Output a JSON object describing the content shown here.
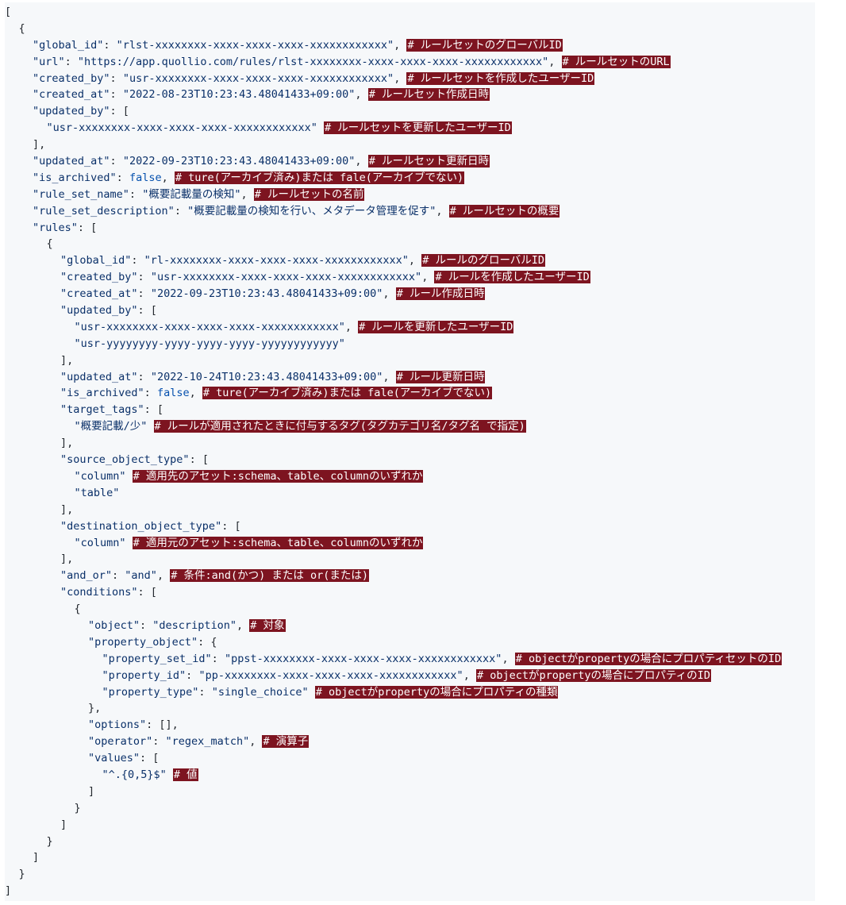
{
  "lines": [
    {
      "indent": 0,
      "segments": [
        {
          "t": "p",
          "v": "["
        }
      ]
    },
    {
      "indent": 1,
      "segments": [
        {
          "t": "p",
          "v": "{"
        }
      ]
    },
    {
      "indent": 2,
      "segments": [
        {
          "t": "s",
          "v": "\"global_id\""
        },
        {
          "t": "p",
          "v": ": "
        },
        {
          "t": "s",
          "v": "\"rlst-xxxxxxxx-xxxx-xxxx-xxxx-xxxxxxxxxxxx\""
        },
        {
          "t": "p",
          "v": ", "
        },
        {
          "t": "c",
          "v": "# ルールセットのグローバルID"
        }
      ]
    },
    {
      "indent": 2,
      "segments": [
        {
          "t": "s",
          "v": "\"url\""
        },
        {
          "t": "p",
          "v": ": "
        },
        {
          "t": "s",
          "v": "\"https://app.quollio.com/rules/rlst-xxxxxxxx-xxxx-xxxx-xxxx-xxxxxxxxxxxx\""
        },
        {
          "t": "p",
          "v": ", "
        },
        {
          "t": "c",
          "v": "# ルールセットのURL"
        }
      ]
    },
    {
      "indent": 2,
      "segments": [
        {
          "t": "s",
          "v": "\"created_by\""
        },
        {
          "t": "p",
          "v": ": "
        },
        {
          "t": "s",
          "v": "\"usr-xxxxxxxx-xxxx-xxxx-xxxx-xxxxxxxxxxxx\""
        },
        {
          "t": "p",
          "v": ", "
        },
        {
          "t": "c",
          "v": "# ルールセットを作成したユーザーID"
        }
      ]
    },
    {
      "indent": 2,
      "segments": [
        {
          "t": "s",
          "v": "\"created_at\""
        },
        {
          "t": "p",
          "v": ": "
        },
        {
          "t": "s",
          "v": "\"2022-08-23T10:23:43.48041433+09:00\""
        },
        {
          "t": "p",
          "v": ", "
        },
        {
          "t": "c",
          "v": "# ルールセット作成日時"
        }
      ]
    },
    {
      "indent": 2,
      "segments": [
        {
          "t": "s",
          "v": "\"updated_by\""
        },
        {
          "t": "p",
          "v": ": ["
        }
      ]
    },
    {
      "indent": 3,
      "segments": [
        {
          "t": "s",
          "v": "\"usr-xxxxxxxx-xxxx-xxxx-xxxx-xxxxxxxxxxxx\""
        },
        {
          "t": "p",
          "v": " "
        },
        {
          "t": "c",
          "v": "# ルールセットを更新したユーザーID"
        }
      ]
    },
    {
      "indent": 2,
      "segments": [
        {
          "t": "p",
          "v": "],"
        }
      ]
    },
    {
      "indent": 2,
      "segments": [
        {
          "t": "s",
          "v": "\"updated_at\""
        },
        {
          "t": "p",
          "v": ": "
        },
        {
          "t": "s",
          "v": "\"2022-09-23T10:23:43.48041433+09:00\""
        },
        {
          "t": "p",
          "v": ", "
        },
        {
          "t": "c",
          "v": "# ルールセット更新日時"
        }
      ]
    },
    {
      "indent": 2,
      "segments": [
        {
          "t": "s",
          "v": "\"is_archived\""
        },
        {
          "t": "p",
          "v": ": "
        },
        {
          "t": "k",
          "v": "false"
        },
        {
          "t": "p",
          "v": ", "
        },
        {
          "t": "c",
          "v": "# ture(アーカイブ済み)または fale(アーカイブでない)"
        }
      ]
    },
    {
      "indent": 2,
      "segments": [
        {
          "t": "s",
          "v": "\"rule_set_name\""
        },
        {
          "t": "p",
          "v": ": "
        },
        {
          "t": "s",
          "v": "\"概要記載量の検知\""
        },
        {
          "t": "p",
          "v": ", "
        },
        {
          "t": "c",
          "v": "# ルールセットの名前"
        }
      ]
    },
    {
      "indent": 2,
      "segments": [
        {
          "t": "s",
          "v": "\"rule_set_description\""
        },
        {
          "t": "p",
          "v": ": "
        },
        {
          "t": "s",
          "v": "\"概要記載量の検知を行い、メタデータ管理を促す\""
        },
        {
          "t": "p",
          "v": ", "
        },
        {
          "t": "c",
          "v": "# ルールセットの概要"
        }
      ]
    },
    {
      "indent": 2,
      "segments": [
        {
          "t": "s",
          "v": "\"rules\""
        },
        {
          "t": "p",
          "v": ": ["
        }
      ]
    },
    {
      "indent": 3,
      "segments": [
        {
          "t": "p",
          "v": "{"
        }
      ]
    },
    {
      "indent": 4,
      "segments": [
        {
          "t": "s",
          "v": "\"global_id\""
        },
        {
          "t": "p",
          "v": ": "
        },
        {
          "t": "s",
          "v": "\"rl-xxxxxxxx-xxxx-xxxx-xxxx-xxxxxxxxxxxx\""
        },
        {
          "t": "p",
          "v": ", "
        },
        {
          "t": "c",
          "v": "# ルールのグローバルID"
        }
      ]
    },
    {
      "indent": 4,
      "segments": [
        {
          "t": "s",
          "v": "\"created_by\""
        },
        {
          "t": "p",
          "v": ": "
        },
        {
          "t": "s",
          "v": "\"usr-xxxxxxxx-xxxx-xxxx-xxxx-xxxxxxxxxxxx\""
        },
        {
          "t": "p",
          "v": ", "
        },
        {
          "t": "c",
          "v": "# ルールを作成したユーザーID"
        }
      ]
    },
    {
      "indent": 4,
      "segments": [
        {
          "t": "s",
          "v": "\"created_at\""
        },
        {
          "t": "p",
          "v": ": "
        },
        {
          "t": "s",
          "v": "\"2022-09-23T10:23:43.48041433+09:00\""
        },
        {
          "t": "p",
          "v": ", "
        },
        {
          "t": "c",
          "v": "# ルール作成日時"
        }
      ]
    },
    {
      "indent": 4,
      "segments": [
        {
          "t": "s",
          "v": "\"updated_by\""
        },
        {
          "t": "p",
          "v": ": ["
        }
      ]
    },
    {
      "indent": 5,
      "segments": [
        {
          "t": "s",
          "v": "\"usr-xxxxxxxx-xxxx-xxxx-xxxx-xxxxxxxxxxxx\""
        },
        {
          "t": "p",
          "v": ", "
        },
        {
          "t": "c",
          "v": "# ルールを更新したユーザーID"
        }
      ]
    },
    {
      "indent": 5,
      "segments": [
        {
          "t": "s",
          "v": "\"usr-yyyyyyyy-yyyy-yyyy-yyyy-yyyyyyyyyyyy\""
        }
      ]
    },
    {
      "indent": 4,
      "segments": [
        {
          "t": "p",
          "v": "],"
        }
      ]
    },
    {
      "indent": 4,
      "segments": [
        {
          "t": "s",
          "v": "\"updated_at\""
        },
        {
          "t": "p",
          "v": ": "
        },
        {
          "t": "s",
          "v": "\"2022-10-24T10:23:43.48041433+09:00\""
        },
        {
          "t": "p",
          "v": ", "
        },
        {
          "t": "c",
          "v": "# ルール更新日時"
        }
      ]
    },
    {
      "indent": 4,
      "segments": [
        {
          "t": "s",
          "v": "\"is_archived\""
        },
        {
          "t": "p",
          "v": ": "
        },
        {
          "t": "k",
          "v": "false"
        },
        {
          "t": "p",
          "v": ", "
        },
        {
          "t": "c",
          "v": "# ture(アーカイブ済み)または fale(アーカイブでない)"
        }
      ]
    },
    {
      "indent": 4,
      "segments": [
        {
          "t": "s",
          "v": "\"target_tags\""
        },
        {
          "t": "p",
          "v": ": ["
        }
      ]
    },
    {
      "indent": 5,
      "segments": [
        {
          "t": "s",
          "v": "\"概要記載/少\""
        },
        {
          "t": "p",
          "v": " "
        },
        {
          "t": "c",
          "v": "# ルールが適用されたときに付与するタグ(タグカテゴリ名/タグ名 で指定)"
        }
      ]
    },
    {
      "indent": 4,
      "segments": [
        {
          "t": "p",
          "v": "],"
        }
      ]
    },
    {
      "indent": 4,
      "segments": [
        {
          "t": "s",
          "v": "\"source_object_type\""
        },
        {
          "t": "p",
          "v": ": ["
        }
      ]
    },
    {
      "indent": 5,
      "segments": [
        {
          "t": "s",
          "v": "\"column\""
        },
        {
          "t": "p",
          "v": " "
        },
        {
          "t": "c",
          "v": "# 適用先のアセット:schema、table、columnのいずれか"
        }
      ]
    },
    {
      "indent": 5,
      "segments": [
        {
          "t": "s",
          "v": "\"table\""
        }
      ]
    },
    {
      "indent": 4,
      "segments": [
        {
          "t": "p",
          "v": "],"
        }
      ]
    },
    {
      "indent": 4,
      "segments": [
        {
          "t": "s",
          "v": "\"destination_object_type\""
        },
        {
          "t": "p",
          "v": ": ["
        }
      ]
    },
    {
      "indent": 5,
      "segments": [
        {
          "t": "s",
          "v": "\"column\""
        },
        {
          "t": "p",
          "v": " "
        },
        {
          "t": "c",
          "v": "# 適用元のアセット:schema、table、columnのいずれか"
        }
      ]
    },
    {
      "indent": 4,
      "segments": [
        {
          "t": "p",
          "v": "],"
        }
      ]
    },
    {
      "indent": 4,
      "segments": [
        {
          "t": "s",
          "v": "\"and_or\""
        },
        {
          "t": "p",
          "v": ": "
        },
        {
          "t": "s",
          "v": "\"and\""
        },
        {
          "t": "p",
          "v": ", "
        },
        {
          "t": "c",
          "v": "# 条件:and(かつ) または or(または)"
        }
      ]
    },
    {
      "indent": 4,
      "segments": [
        {
          "t": "s",
          "v": "\"conditions\""
        },
        {
          "t": "p",
          "v": ": ["
        }
      ]
    },
    {
      "indent": 5,
      "segments": [
        {
          "t": "p",
          "v": "{"
        }
      ]
    },
    {
      "indent": 6,
      "segments": [
        {
          "t": "s",
          "v": "\"object\""
        },
        {
          "t": "p",
          "v": ": "
        },
        {
          "t": "s",
          "v": "\"description\""
        },
        {
          "t": "p",
          "v": ", "
        },
        {
          "t": "c",
          "v": "# 対象"
        }
      ]
    },
    {
      "indent": 6,
      "segments": [
        {
          "t": "s",
          "v": "\"property_object\""
        },
        {
          "t": "p",
          "v": ": {"
        }
      ]
    },
    {
      "indent": 7,
      "segments": [
        {
          "t": "s",
          "v": "\"property_set_id\""
        },
        {
          "t": "p",
          "v": ": "
        },
        {
          "t": "s",
          "v": "\"ppst-xxxxxxxx-xxxx-xxxx-xxxx-xxxxxxxxxxxx\""
        },
        {
          "t": "p",
          "v": ", "
        },
        {
          "t": "c",
          "v": "# objectがpropertyの場合にプロパティセットのID"
        }
      ]
    },
    {
      "indent": 7,
      "segments": [
        {
          "t": "s",
          "v": "\"property_id\""
        },
        {
          "t": "p",
          "v": ": "
        },
        {
          "t": "s",
          "v": "\"pp-xxxxxxxx-xxxx-xxxx-xxxx-xxxxxxxxxxxx\""
        },
        {
          "t": "p",
          "v": ", "
        },
        {
          "t": "c",
          "v": "# objectがpropertyの場合にプロパティのID"
        }
      ]
    },
    {
      "indent": 7,
      "segments": [
        {
          "t": "s",
          "v": "\"property_type\""
        },
        {
          "t": "p",
          "v": ": "
        },
        {
          "t": "s",
          "v": "\"single_choice\""
        },
        {
          "t": "p",
          "v": " "
        },
        {
          "t": "c",
          "v": "# objectがpropertyの場合にプロパティの種類"
        }
      ]
    },
    {
      "indent": 6,
      "segments": [
        {
          "t": "p",
          "v": "},"
        }
      ]
    },
    {
      "indent": 6,
      "segments": [
        {
          "t": "s",
          "v": "\"options\""
        },
        {
          "t": "p",
          "v": ": [],"
        }
      ]
    },
    {
      "indent": 6,
      "segments": [
        {
          "t": "s",
          "v": "\"operator\""
        },
        {
          "t": "p",
          "v": ": "
        },
        {
          "t": "s",
          "v": "\"regex_match\""
        },
        {
          "t": "p",
          "v": ", "
        },
        {
          "t": "c",
          "v": "# 演算子"
        }
      ]
    },
    {
      "indent": 6,
      "segments": [
        {
          "t": "s",
          "v": "\"values\""
        },
        {
          "t": "p",
          "v": ": ["
        }
      ]
    },
    {
      "indent": 7,
      "segments": [
        {
          "t": "s",
          "v": "\"^.{0,5}$\""
        },
        {
          "t": "p",
          "v": " "
        },
        {
          "t": "c",
          "v": "# 値"
        }
      ]
    },
    {
      "indent": 6,
      "segments": [
        {
          "t": "p",
          "v": "]"
        }
      ]
    },
    {
      "indent": 5,
      "segments": [
        {
          "t": "p",
          "v": "}"
        }
      ]
    },
    {
      "indent": 4,
      "segments": [
        {
          "t": "p",
          "v": "]"
        }
      ]
    },
    {
      "indent": 3,
      "segments": [
        {
          "t": "p",
          "v": "}"
        }
      ]
    },
    {
      "indent": 2,
      "segments": [
        {
          "t": "p",
          "v": "]"
        }
      ]
    },
    {
      "indent": 1,
      "segments": [
        {
          "t": "p",
          "v": "}"
        }
      ]
    },
    {
      "indent": 0,
      "segments": [
        {
          "t": "p",
          "v": "]"
        }
      ]
    }
  ]
}
